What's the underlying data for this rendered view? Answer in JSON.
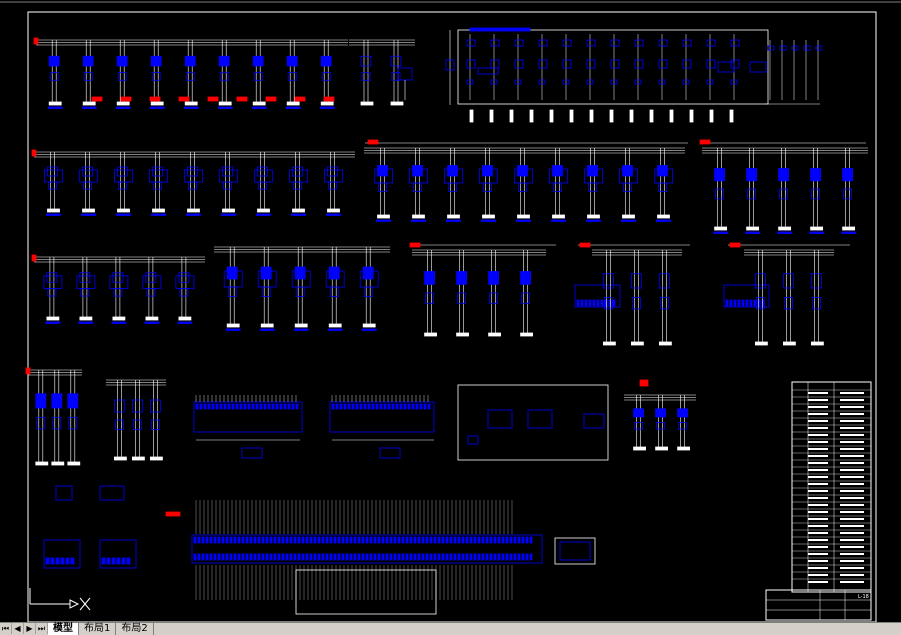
{
  "window": {
    "title": "",
    "background": "#000000",
    "drawing_color": "#0000ff",
    "line_color": "#ffffff",
    "accent_color": "#ff0000"
  },
  "tabs": [
    {
      "label": "模型",
      "active": true
    },
    {
      "label": "布局1",
      "active": false
    },
    {
      "label": "布局2",
      "active": false
    }
  ],
  "nav_buttons": [
    {
      "icon": "first-icon",
      "glyph": "⏮"
    },
    {
      "icon": "prev-icon",
      "glyph": "◀"
    },
    {
      "icon": "next-icon",
      "glyph": "▶"
    },
    {
      "icon": "last-icon",
      "glyph": "⏭"
    }
  ],
  "drawing": {
    "title_block_label": "L-18",
    "ucs_icon": "ucs-axis-icon"
  }
}
